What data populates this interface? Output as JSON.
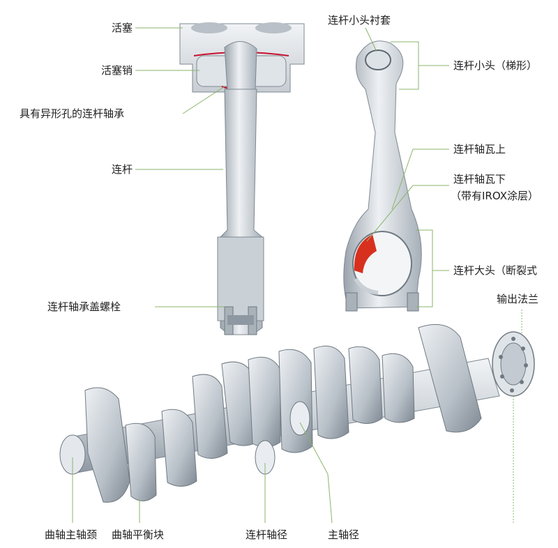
{
  "labels": {
    "piston": "活塞",
    "piston_pin": "活塞销",
    "special_bearing": "具有异形孔的连杆轴承",
    "con_rod": "连杆",
    "cap_bolt": "连杆轴承盖螺栓",
    "small_end_bush": "连杆小头衬套",
    "small_end": "连杆小头（梯形）",
    "shell_upper": "连杆轴瓦上",
    "shell_lower_1": "连杆轴瓦下",
    "shell_lower_2": "（带有IROX涂层）",
    "big_end": "连杆大头（断裂式",
    "output_flange": "输出法兰",
    "main_journal": "曲轴主轴颈",
    "counterweight": "曲轴平衡块",
    "crankpin": "连杆轴径",
    "main_journal_2": "主轴径"
  },
  "colors": {
    "leader": "#8ab56a",
    "metal_light": "#e9edf1",
    "metal_mid": "#c3cad2",
    "metal_dark": "#8f99a3",
    "bearing_red": "#d8301f"
  }
}
